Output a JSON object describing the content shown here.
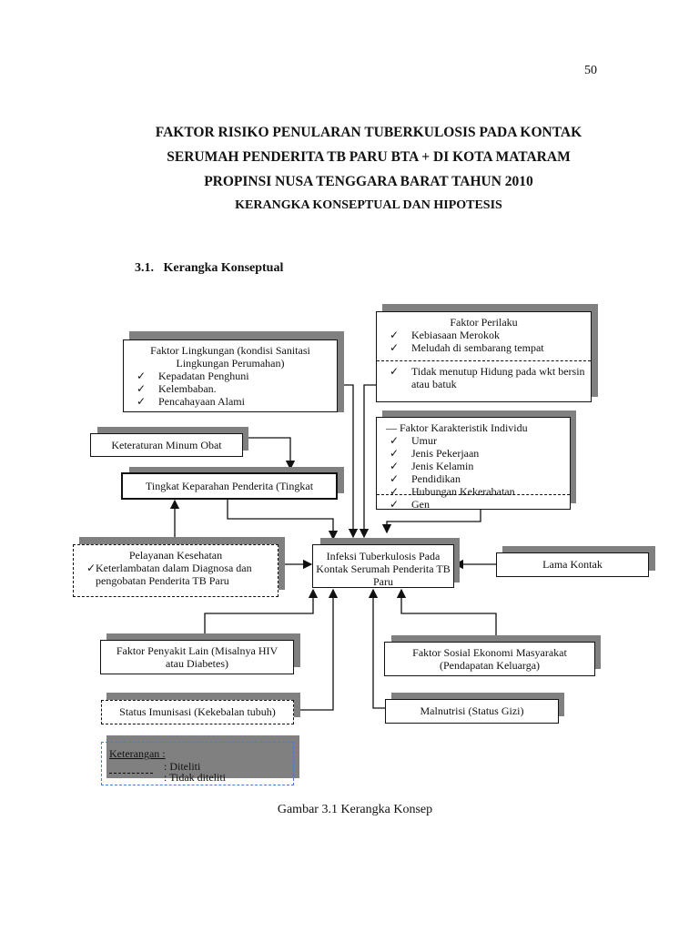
{
  "page_number": "50",
  "title_lines": [
    "FAKTOR RISIKO PENULARAN TUBERKULOSIS PADA KONTAK",
    "SERUMAH PENDERITA TB PARU BTA + DI KOTA MATARAM",
    "PROPINSI NUSA TENGGARA BARAT TAHUN 2010",
    "KERANGKA KONSEPTUAL DAN HIPOTESIS"
  ],
  "section": {
    "number": "3.1.",
    "title": "Kerangka Konseptual"
  },
  "diagram": {
    "lingkungan": {
      "title": "Faktor Lingkungan  (kondisi Sanitasi Lingkungan Perumahan)",
      "items": [
        "Kepadatan Penghuni",
        "Kelembaban.",
        "Pencahayaan Alami"
      ]
    },
    "perilaku": {
      "title": "Faktor Perilaku",
      "items": [
        "Kebiasaan Merokok",
        "Meludah di sembarang tempat"
      ],
      "items_below": [
        "Tidak menutup Hidung pada wkt bersin atau batuk"
      ]
    },
    "keteraturan": "Keteraturan Minum Obat",
    "tingkat": "Tingkat Keparahan Penderita (Tingkat",
    "karakteristik": {
      "title": "Faktor Karakteristik Individu",
      "items": [
        "Umur",
        "Jenis Pekerjaan",
        "Jenis Kelamin",
        "Pendidikan",
        "Hubungan Kekerabatan",
        "Gen"
      ]
    },
    "pelayanan": {
      "title": "Pelayanan Kesehatan",
      "items": [
        "Keterlambatan dalam Diagnosa dan pengobatan Penderita TB Paru"
      ]
    },
    "infeksi": "Infeksi Tuberkulosis Pada Kontak Serumah Penderita TB Paru",
    "lama_kontak": "Lama Kontak",
    "penyakit_lain": "Faktor Penyakit Lain (Misalnya HIV atau Diabetes)",
    "sosial": "Faktor Sosial Ekonomi Masyarakat (Pendapatan Keluarga)",
    "imunisasi": "Status Imunisasi (Kekebalan tubuh)",
    "malnutrisi": "Malnutrisi (Status Gizi)",
    "legend": {
      "title": "Keterangan :",
      "solid": ": Diteliti",
      "dashed": ": Tidak diteliti"
    }
  },
  "caption": "Gambar 3.1 Kerangka Konsep",
  "colors": {
    "shadow": "#808080",
    "legend_border": "#4a7cc7"
  }
}
